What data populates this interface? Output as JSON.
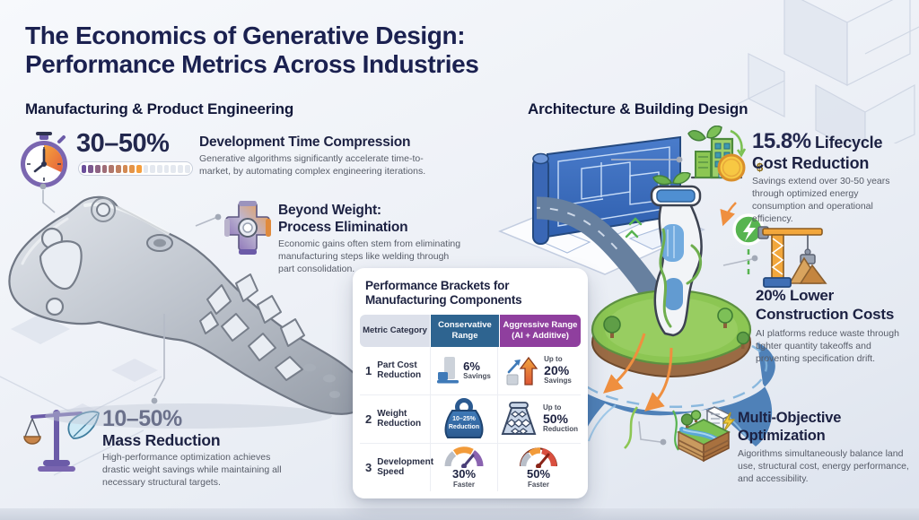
{
  "title": {
    "line1": "The Economics of Generative Design:",
    "line2": "Performance Metrics Across Industries"
  },
  "manufacturing": {
    "heading": "Manufacturing & Product Engineering",
    "dev_time": {
      "value": "30–50%",
      "heading": "Development Time Compression",
      "body": "Generative algorithms significantly accelerate time-to-market, by automating complex engineering iterations.",
      "progress": {
        "filled": 9,
        "total": 16
      }
    },
    "process": {
      "heading_line1": "Beyond Weight:",
      "heading_line2": "Process Elimination",
      "body": "Economic gains often stem from eliminating manufacturing steps like welding through part consolidation."
    },
    "mass": {
      "value": "10–50%",
      "heading": "Mass Reduction",
      "body": "High-performance optimization achieves drastic weight savings while maintaining all necessary structural targets."
    }
  },
  "architecture": {
    "heading": "Architecture & Building Design",
    "lifecycle": {
      "value": "15.8%",
      "heading_rest": "Lifecycle",
      "heading_line2": "Cost Reduction",
      "body": "Savings extend over 30-50 years through optimized energy consumption and operational efficiency.",
      "coin_symbol": "$"
    },
    "construction": {
      "heading_line1": "20% Lower",
      "heading_line2": "Construction Costs",
      "body": "AI platforms reduce waste through tighter quantity takeoffs and proventing specification drift."
    },
    "multi_objective": {
      "heading_line1": "Multi-Objective",
      "heading_line2": "Optimization",
      "body": "Aigorithms simultaneously balance land use, structural cost, energy performance, and accessibility."
    }
  },
  "table": {
    "title_line1": "Performance Brackets for",
    "title_line2": "Manufacturing Components",
    "columns": [
      "Metric Category",
      "Conservative Range",
      "Aggressive Range (AI + Additive)"
    ],
    "rows": [
      {
        "num": "1",
        "category": "Part Cost Reduction",
        "cons_value": "6%",
        "cons_unit": "Savings",
        "agg_prefix": "Up to",
        "agg_value": "20%",
        "agg_unit": "Savings"
      },
      {
        "num": "2",
        "category": "Weight Reduction",
        "cons_value": "10–25%",
        "cons_unit": "Reduction",
        "agg_prefix": "Up to",
        "agg_value": "50%",
        "agg_unit": "Reduction"
      },
      {
        "num": "3",
        "category": "Development Speed",
        "cons_value": "30%",
        "cons_unit": "Faster",
        "agg_value": "50%",
        "agg_unit": "Faster"
      }
    ]
  },
  "colors": {
    "navy": "#1b2150",
    "body_gray": "#575c68",
    "conservative_header": "#2e6490",
    "aggressive_header": "#8f3f9e",
    "progress_start": "#6b4f9b",
    "progress_end": "#f59e3c"
  }
}
